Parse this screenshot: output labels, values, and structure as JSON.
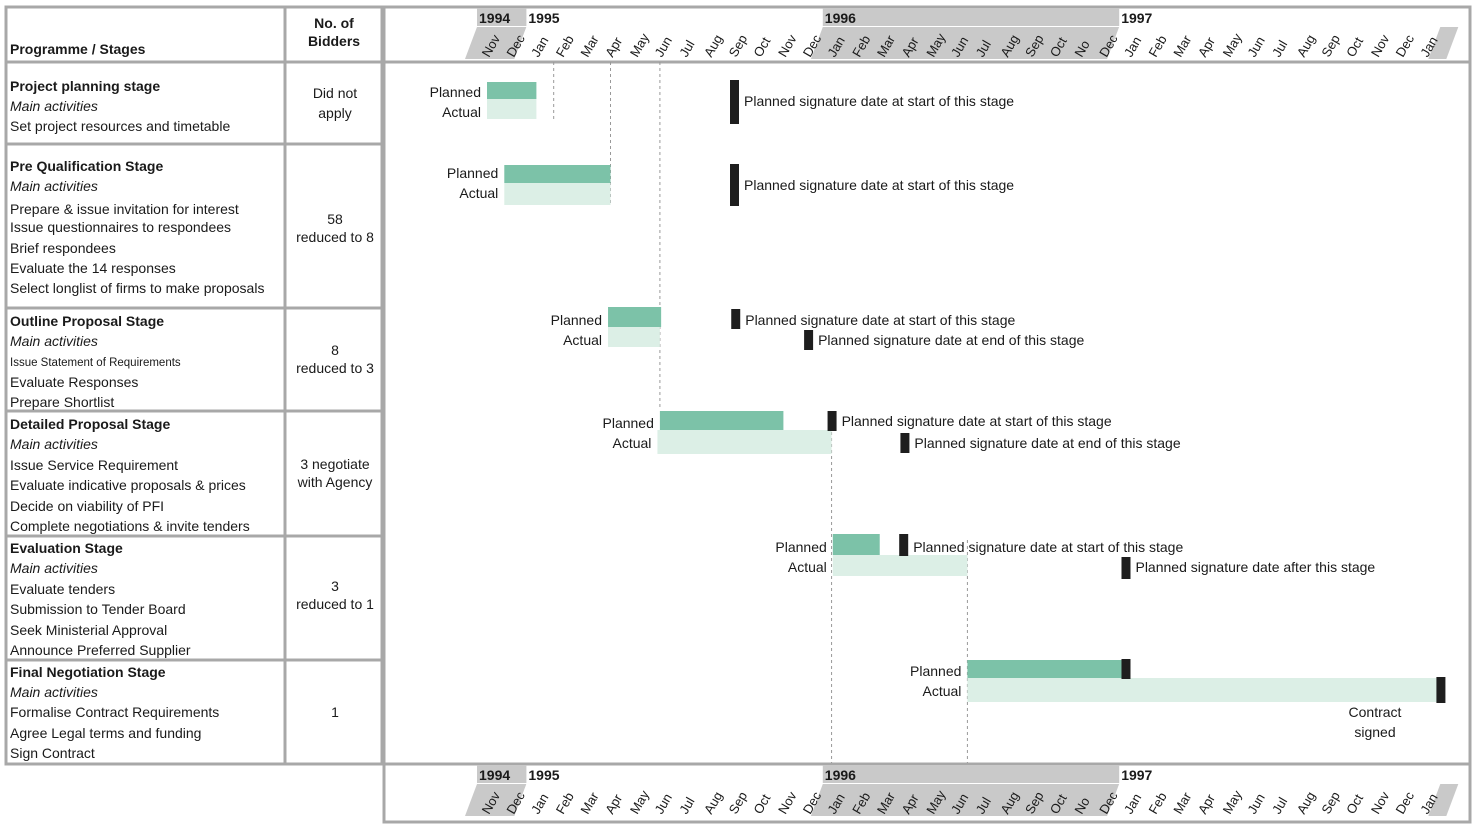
{
  "left_table": {
    "header_programme": "Programme / Stages",
    "header_bidders_line1": "No. of",
    "header_bidders_line2": "Bidders",
    "stages": [
      {
        "title": "Project planning stage",
        "activities_label": "Main activities",
        "activities": [
          "Set project resources and timetable"
        ],
        "bidders": [
          "Did not",
          "apply"
        ]
      },
      {
        "title": "Pre Qualification Stage",
        "activities_label": "Main activities",
        "activities": [
          "Prepare & issue invitation for interest",
          "Issue questionnaires to respondees",
          "Brief respondees",
          "Evaluate the 14 responses",
          "Select longlist of firms to make proposals"
        ],
        "bidders": [
          "58",
          "reduced to 8"
        ]
      },
      {
        "title": "Outline Proposal Stage",
        "activities_label": "Main activities",
        "activities": [
          "Issue Statement of Requirements",
          "Evaluate Responses",
          "Prepare Shortlist"
        ],
        "bidders": [
          "8",
          "reduced to 3"
        ]
      },
      {
        "title": "Detailed Proposal Stage",
        "activities_label": "Main activities",
        "activities": [
          "Issue Service Requirement",
          "Evaluate indicative proposals & prices",
          "Decide on viability of PFI",
          "Complete negotiations & invite tenders"
        ],
        "bidders": [
          "3 negotiate",
          "with Agency"
        ]
      },
      {
        "title": "Evaluation Stage",
        "activities_label": "Main activities",
        "activities": [
          "Evaluate tenders",
          "Submission to Tender Board",
          "Seek Ministerial Approval",
          "Announce Preferred Supplier"
        ],
        "bidders": [
          "3",
          "reduced to 1"
        ]
      },
      {
        "title": "Final Negotiation Stage",
        "activities_label": "Main activities",
        "activities": [
          "Formalise Contract Requirements",
          "Agree Legal terms and funding",
          "Sign Contract"
        ],
        "bidders": [
          "1"
        ]
      }
    ]
  },
  "chart_data": {
    "type": "gantt",
    "timeline": {
      "years": [
        {
          "label": "1994",
          "start": 0,
          "end": 2
        },
        {
          "label": "1995",
          "start": 2,
          "end": 14
        },
        {
          "label": "1996",
          "start": 14,
          "end": 26
        },
        {
          "label": "1997",
          "start": 26,
          "end": 39
        }
      ],
      "months": [
        "Nov",
        "Dec",
        "Jan",
        "Feb",
        "Mar",
        "Apr",
        "May",
        "Jun",
        "Jul",
        "Aug",
        "Sep",
        "Oct",
        "Nov",
        "Dec",
        "Jan",
        "Feb",
        "Mar",
        "Apr",
        "May",
        "Jun",
        "Jul",
        "Aug",
        "Sep",
        "Oct",
        "No",
        "Dec",
        "Jan",
        "Feb",
        "Mar",
        "Apr",
        "May",
        "Jun",
        "Jul",
        "Aug",
        "Sep",
        "Oct",
        "Nov",
        "Dec",
        "Jan"
      ],
      "shaded_years": [
        "1994",
        "1996"
      ]
    },
    "legend": {
      "planned": "Planned",
      "actual": "Actual"
    },
    "colors": {
      "planned": "#7cc2a8",
      "actual": "#dcefe6",
      "marker": "#1e1e1e",
      "shade": "#c9c9c9",
      "grid": "#999999"
    },
    "rows": [
      {
        "stage": "Project planning stage",
        "planned": [
          0.0,
          2.0
        ],
        "actual": [
          0.0,
          2.0
        ],
        "markers": [
          {
            "month": 10.0,
            "label": "Planned signature date at start of this stage"
          }
        ]
      },
      {
        "stage": "Pre Qualification Stage",
        "planned": [
          0.7,
          5.0
        ],
        "actual": [
          0.7,
          5.0
        ],
        "markers": [
          {
            "month": 10.0,
            "label": "Planned signature date at start of this stage"
          }
        ]
      },
      {
        "stage": "Outline Proposal Stage",
        "planned": [
          4.9,
          7.05
        ],
        "actual": [
          4.9,
          7.0
        ],
        "markers": [
          {
            "month": 10.05,
            "label": "Planned signature date at start of this stage"
          },
          {
            "month": 13.0,
            "label": "Planned signature date at end of this stage"
          }
        ]
      },
      {
        "stage": "Detailed Proposal Stage",
        "planned": [
          7.0,
          12.0
        ],
        "actual": [
          6.9,
          13.95
        ],
        "markers": [
          {
            "month": 13.95,
            "label": "Planned signature date at start of this stage"
          },
          {
            "month": 16.9,
            "label": "Planned signature date at end of this stage"
          }
        ]
      },
      {
        "stage": "Evaluation Stage",
        "planned": [
          14.0,
          15.9
        ],
        "actual": [
          14.0,
          19.45
        ],
        "markers": [
          {
            "month": 16.85,
            "label": "Planned signature date at start of this stage"
          },
          {
            "month": 25.85,
            "label": "Planned signature date after this stage"
          }
        ]
      },
      {
        "stage": "Final Negotiation Stage",
        "planned": [
          19.45,
          25.85
        ],
        "actual": [
          19.45,
          38.5
        ],
        "markers": [
          {
            "month": 25.85,
            "label": ""
          },
          {
            "month": 38.6,
            "label": ""
          }
        ],
        "annotation": [
          "Contract",
          "signed"
        ]
      }
    ],
    "reference_lines": [
      2.7,
      5.0,
      7.0,
      13.95,
      19.45
    ]
  }
}
